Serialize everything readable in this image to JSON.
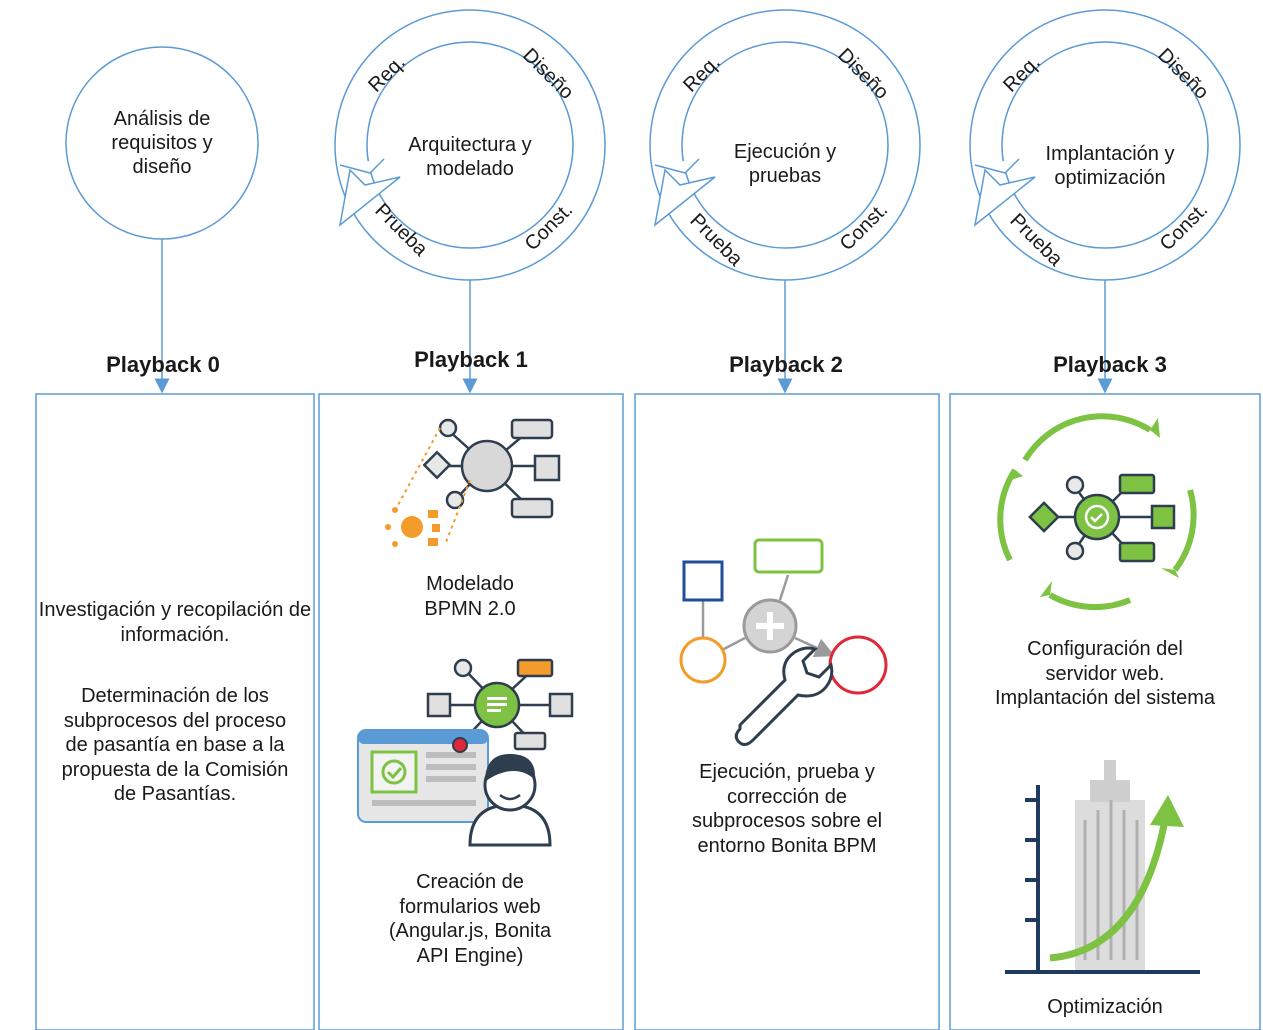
{
  "stages": [
    {
      "title": "Playback 0",
      "circle_text": "Análisis de requisitos y diseño"
    },
    {
      "title": "Playback 1",
      "center_text": "Arquitectura y modelado",
      "cycle": [
        "Req.",
        "Diseño",
        "Const.",
        "Prueba"
      ]
    },
    {
      "title": "Playback 2",
      "center_text": "Ejecución y pruebas",
      "cycle": [
        "Req.",
        "Diseño",
        "Const.",
        "Prueba"
      ]
    },
    {
      "title": "Playback 3",
      "center_text": "Implantación y optimización",
      "cycle": [
        "Req.",
        "Diseño",
        "Const.",
        "Prueba"
      ]
    }
  ],
  "boxes": {
    "p0_text1": "Investigación y recopilación de información.",
    "p0_text2": "Determinación de los subprocesos del proceso de pasantía en base a la propuesta de la Comisión de Pasantías.",
    "p1_caption1": "Modelado BPMN 2.0",
    "p1_caption2": "Creación de formularios web (Angular.js, Bonita API Engine)",
    "p2_caption": "Ejecución, prueba y corrección de subprocesos sobre el entorno Bonita BPM",
    "p3_caption1": "Configuración del servidor web. Implantación del sistema",
    "p3_caption2": "Optimización"
  },
  "colors": {
    "line": "#5b9bd5",
    "gray": "#b7b7b7",
    "orange": "#f39c2c",
    "green": "#7dc242",
    "red": "#e0283a",
    "blue": "#1f4e9b",
    "dark": "#2e3e4e"
  }
}
